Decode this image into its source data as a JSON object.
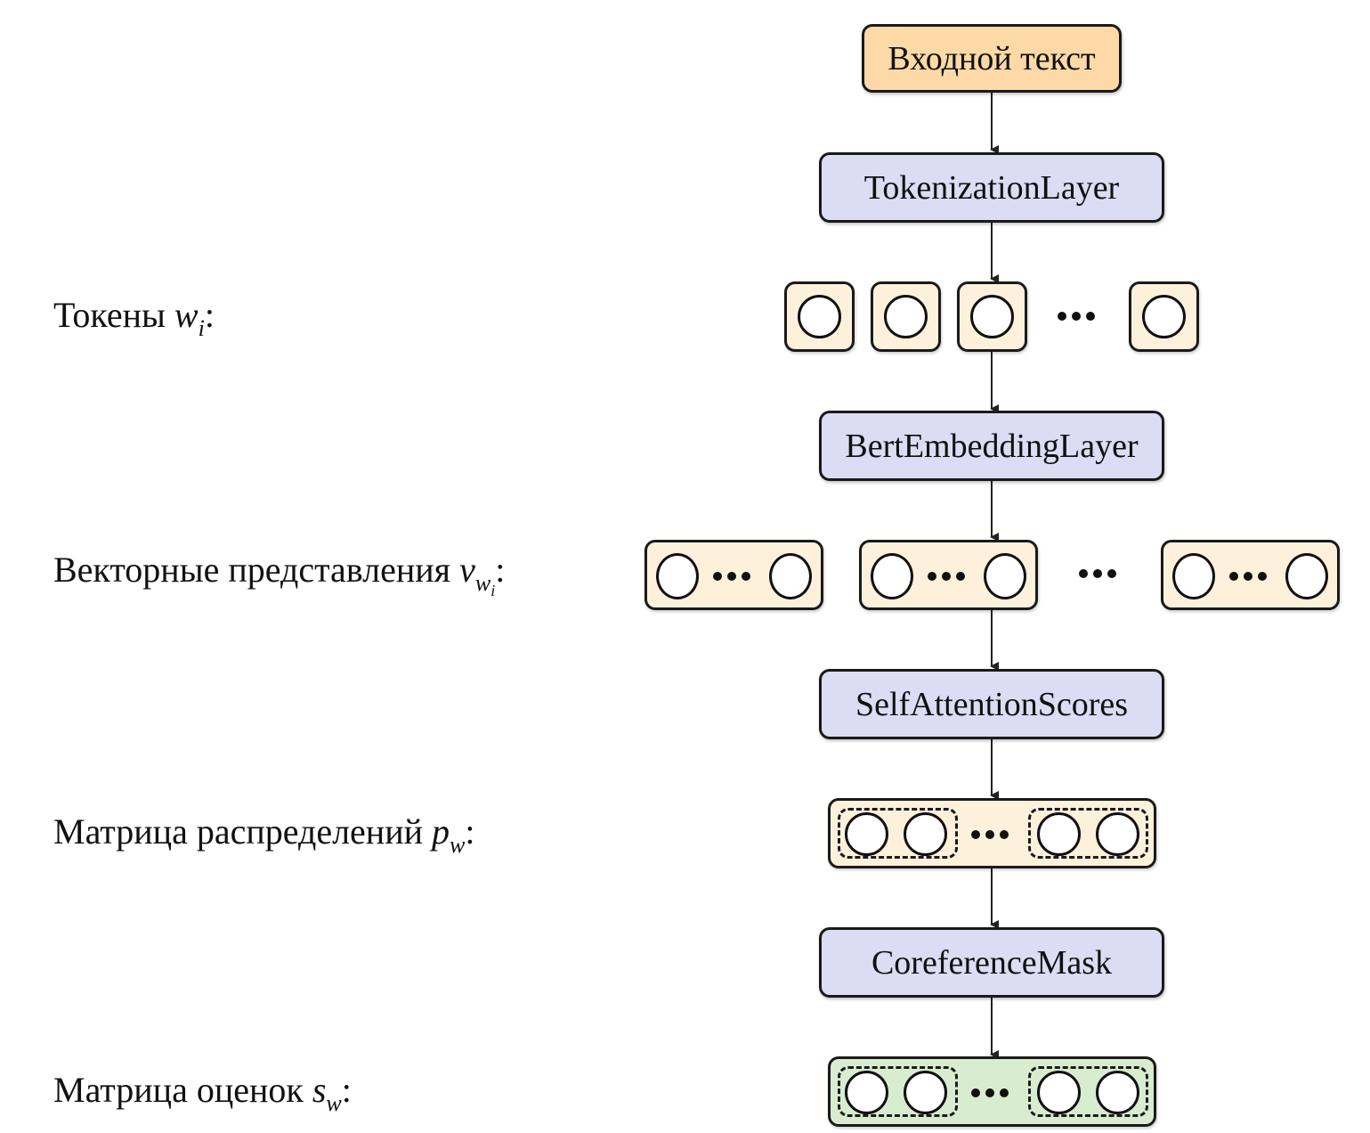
{
  "diagram": {
    "input": "Входной текст",
    "layers": [
      "TokenizationLayer",
      "BertEmbeddingLayer",
      "SelfAttentionScores",
      "CoreferenceMask"
    ],
    "labels": {
      "tokens": {
        "text": "Токены ",
        "var": "w",
        "sub": "i",
        "suffix": ":"
      },
      "vectors": {
        "text": "Векторные представления ",
        "var": "v",
        "sub": "w",
        "subsub": "i",
        "suffix": ":"
      },
      "distribution": {
        "text": "Матрица распределений ",
        "var": "p",
        "sub": "w",
        "suffix": ":"
      },
      "scores": {
        "text": "Матрица оценок ",
        "var": "s",
        "sub": "w",
        "suffix": ":"
      }
    },
    "colors": {
      "input_fill": "#fcd9a6",
      "layer_fill": "#dcdcf4",
      "cell_fill": "#fdf1dc",
      "score_fill": "#d8ecd0"
    }
  }
}
